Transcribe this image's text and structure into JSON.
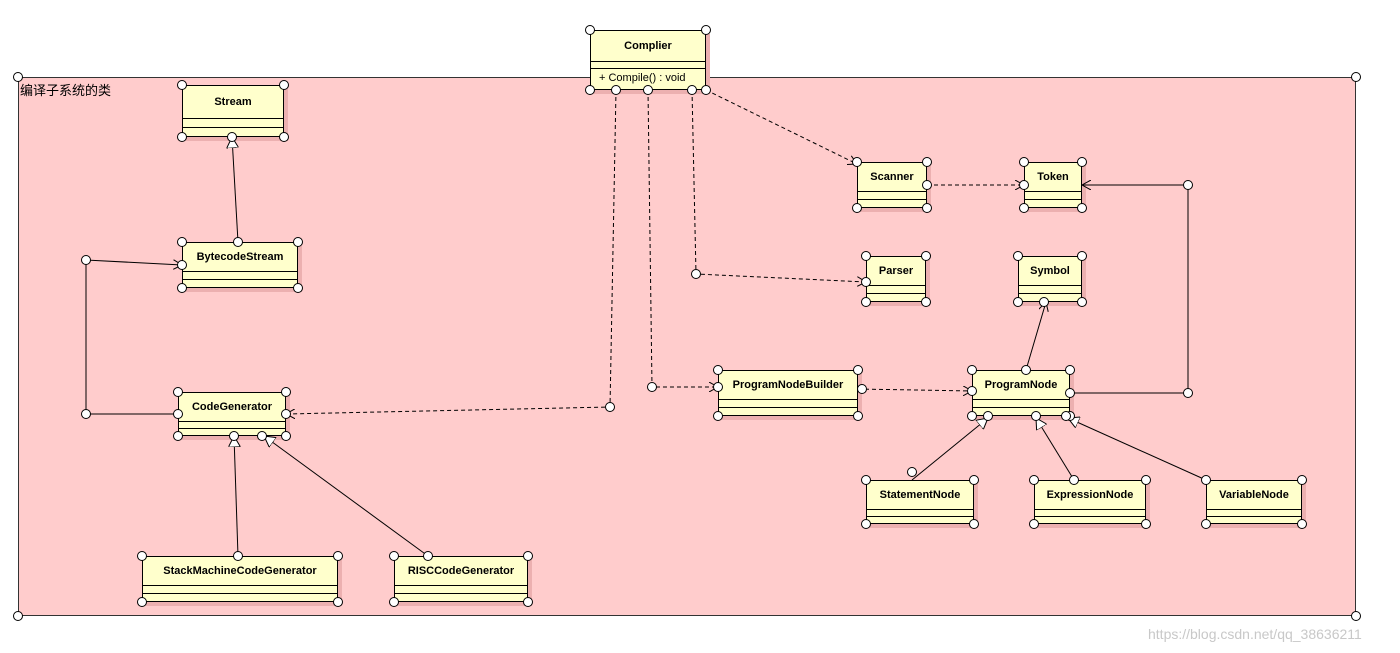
{
  "package": {
    "label": "编译子系统的类"
  },
  "classes": {
    "complier": {
      "name": "Complier",
      "operation": "+ Compile() : void"
    },
    "stream": {
      "name": "Stream"
    },
    "bytecode_stream": {
      "name": "BytecodeStream"
    },
    "code_generator": {
      "name": "CodeGenerator"
    },
    "stack_machine_code_generator": {
      "name": "StackMachineCodeGenerator"
    },
    "risc_code_generator": {
      "name": "RISCCodeGenerator"
    },
    "scanner": {
      "name": "Scanner"
    },
    "token": {
      "name": "Token"
    },
    "parser": {
      "name": "Parser"
    },
    "symbol": {
      "name": "Symbol"
    },
    "program_node_builder": {
      "name": "ProgramNodeBuilder"
    },
    "program_node": {
      "name": "ProgramNode"
    },
    "statement_node": {
      "name": "StatementNode"
    },
    "expression_node": {
      "name": "ExpressionNode"
    },
    "variable_node": {
      "name": "VariableNode"
    }
  },
  "watermark": "https://blog.csdn.net/qq_38636211"
}
